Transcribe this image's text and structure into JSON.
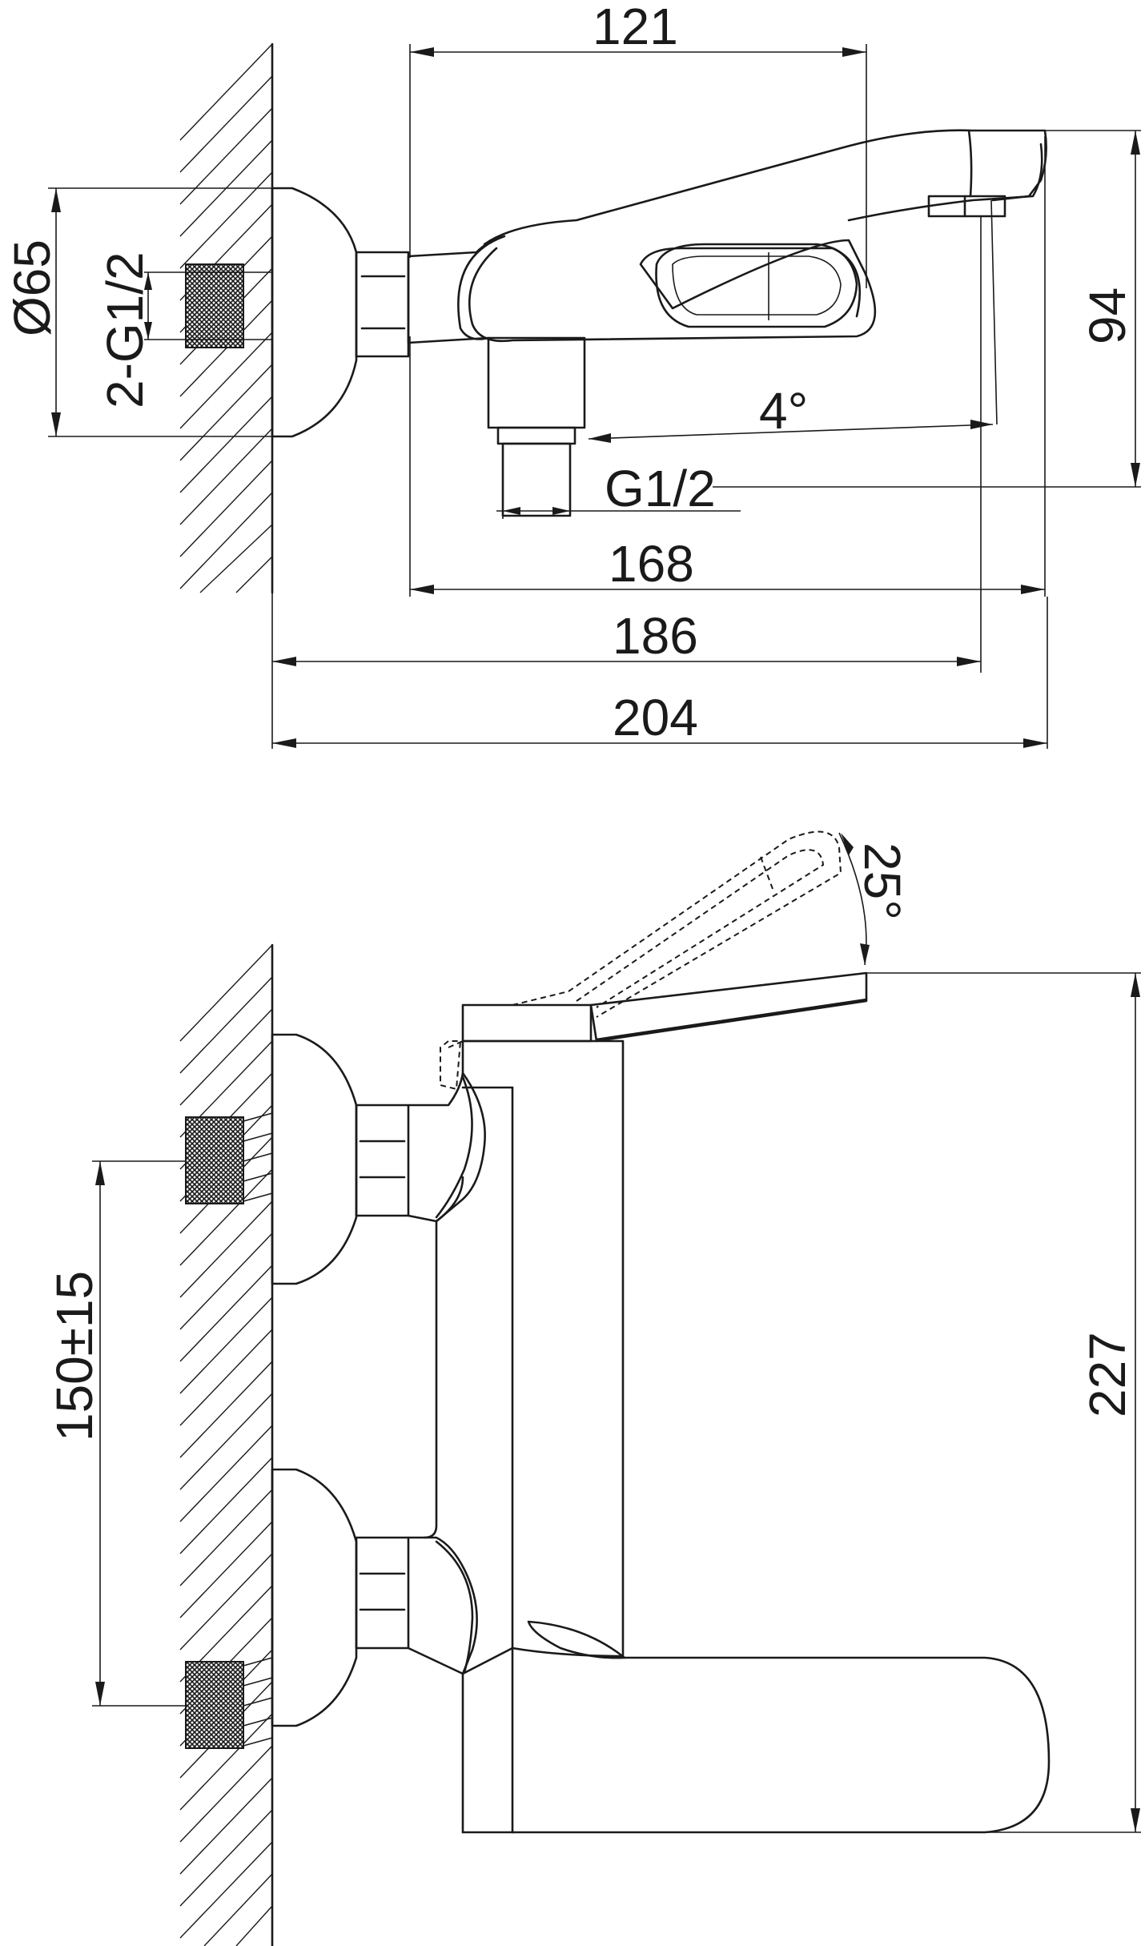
{
  "drawing": {
    "top_view": {
      "dim_121": "121",
      "dim_94": "94",
      "dim_d65": "Ø65",
      "dim_2g12": "2-G1/2",
      "dim_angle4": "4°",
      "dim_g12": "G1/2",
      "dim_168": "168",
      "dim_186": "186",
      "dim_204": "204"
    },
    "side_view": {
      "dim_angle25": "25°",
      "dim_227": "227",
      "dim_150": "150±15"
    }
  },
  "colors": {
    "line": "#1a1a1a",
    "background": "#ffffff"
  }
}
